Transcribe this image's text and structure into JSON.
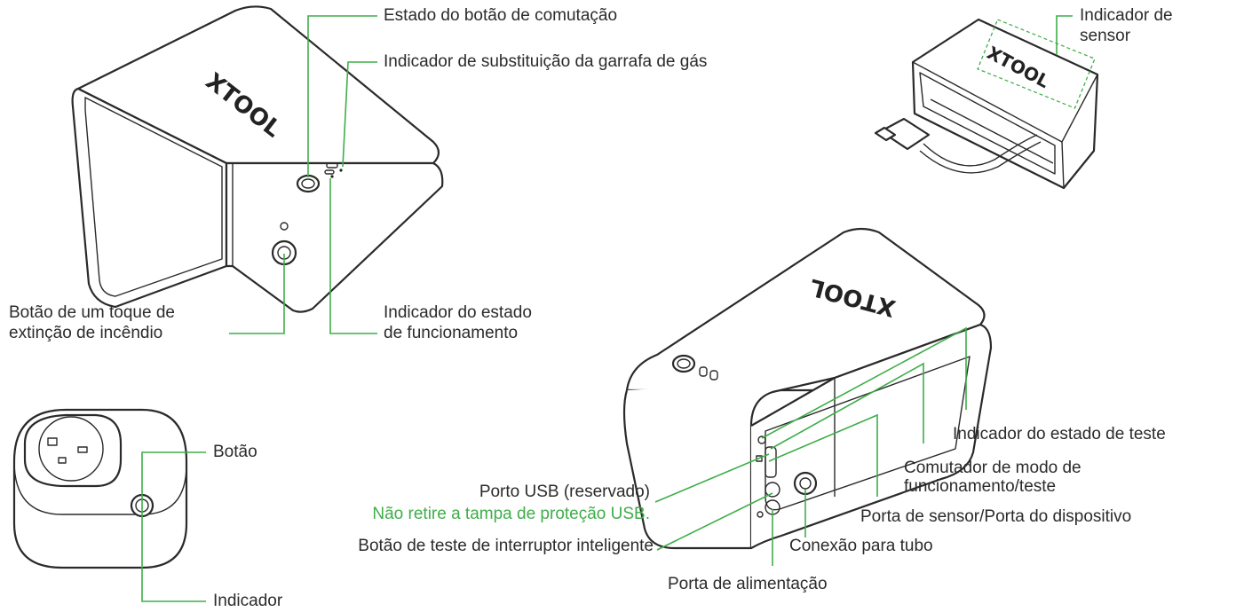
{
  "brand": "XTOOL",
  "colors": {
    "leader_line": "#3fae49",
    "outline": "#2a2a2a",
    "warning_text": "#3fae49"
  },
  "labels": {
    "switch_button_state": "Estado do botão de comutação",
    "gas_bottle_replacement": "Indicador de substituição da garrafa de gás",
    "sensor_indicator_l1": "Indicador de",
    "sensor_indicator_l2": "sensor",
    "one_touch_l1": "Botão de um toque de",
    "one_touch_l2": "extinção de incêndio",
    "operating_state_l1": "Indicador do estado",
    "operating_state_l2": "de funcionamento",
    "test_state": "Indicador do estado de teste",
    "mode_switch_l1": "Comutador de modo de",
    "mode_switch_l2": "funcionamento/teste",
    "usb_port": "Porto USB (reservado)",
    "usb_warning": "Não retire a tampa de proteção USB.",
    "sensor_port": "Porta de sensor/Porta do dispositivo",
    "smart_switch_test": "Botão de teste de interruptor inteligente",
    "tube_connection": "Conexão para tubo",
    "power_port": "Porta de alimentação",
    "button": "Botão",
    "indicator": "Indicador"
  }
}
